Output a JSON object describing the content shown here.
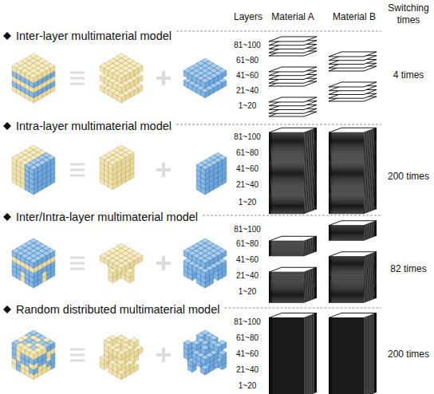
{
  "diagram": {
    "labels": [
      "Layers",
      "Material A",
      "Material B",
      "Switching times",
      "Inter-layer multimaterial model",
      "81~100",
      "61~80",
      "41~60",
      "21~40",
      "1~20",
      "4 times",
      "Intra-layer multimaterial model",
      "81~100",
      "61~80",
      "41~60",
      "21~40",
      "1~20",
      "200 times",
      "Inter/Intra-layer multimaterial model",
      "81~100",
      "61~80",
      "41~60",
      "21~40",
      "1~20",
      "82 times",
      "Random distributed multimaterial model",
      "81~100",
      "61~80",
      "41~60",
      "21~40",
      "1~20",
      "200 times"
    ]
  }
}
